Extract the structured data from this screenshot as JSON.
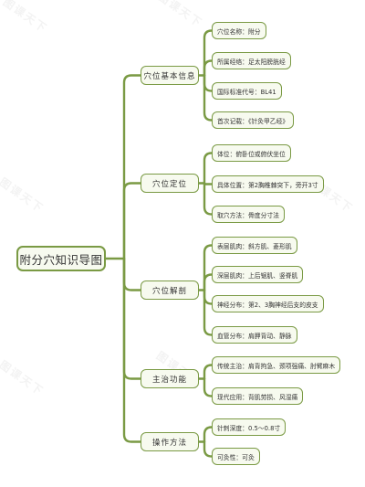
{
  "root": "附分穴知识导图",
  "branches": [
    {
      "label": "穴位基本信息",
      "children": [
        "穴位名称：附分",
        "所属经络：足太阳膀胱经",
        "国际标准代号：BL41",
        "首次记载：《针灸甲乙经》"
      ]
    },
    {
      "label": "穴位定位",
      "children": [
        "体位：俯卧位或俯伏坐位",
        "具体位置：第2胸椎棘突下，旁开3寸",
        "取穴方法：骨度分寸法"
      ]
    },
    {
      "label": "穴位解剖",
      "children": [
        "表层肌肉：斜方肌、菱形肌",
        "深层肌肉：上后锯肌、竖脊肌",
        "神经分布：第2、3胸神经后支的皮支",
        "血管分布：肩胛背动、静脉"
      ]
    },
    {
      "label": "主治功能",
      "children": [
        "传统主治：肩背拘急、颈项强痛、肘臂麻木",
        "现代应用：背肌劳损、风湿痛"
      ]
    },
    {
      "label": "操作方法",
      "children": [
        "针刺深度：0.5～0.8寸",
        "可灸性：可灸"
      ]
    }
  ],
  "watermark": "图课天下",
  "colors": {
    "line": "#7a9a44",
    "node_fill": "#f7faef",
    "text": "#333333"
  }
}
